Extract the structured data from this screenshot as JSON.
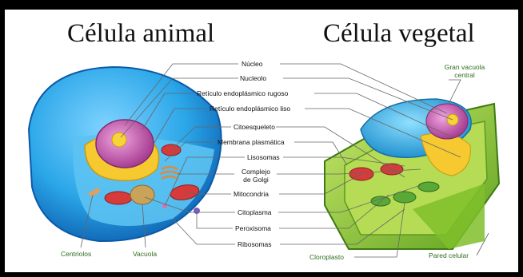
{
  "titles": {
    "animal": "Célula animal",
    "vegetal": "Célula vegetal"
  },
  "labels": {
    "nucleo": "Núcleo",
    "nucleolo": "Nucleolo",
    "reticulo_rugoso": "Retículo endoplásmico rugoso",
    "reticulo_liso": "Retículo endoplásmico liso",
    "citoesqueleto": "Citoesqueleto",
    "membrana": "Membrana plasmática",
    "lisosomas": "Lisosomas",
    "golgi_line1": "Complejo",
    "golgi_line2": "de Golgi",
    "mitocondria": "Mitocondria",
    "citoplasma": "Citoplasma",
    "peroxisoma": "Peroxisoma",
    "ribosomas": "Ribosomas",
    "centriolos": "Centriolos",
    "vacuola": "Vacuola",
    "gran_vacuola_line1": "Gran vacuola",
    "gran_vacuola_line2": "central",
    "cloroplasto": "Cloroplasto",
    "pared_celular": "Pared celular"
  },
  "colors": {
    "animal_cytoplasm": "#2aa6e8",
    "nucleus": "#cf5fb3",
    "nucleolus": "#f2c63a",
    "er": "#f5c92f",
    "mitochondria": "#d63a3a",
    "plant_wall": "#8ecb2e",
    "plant_vacuole": "#3db5e6",
    "chloroplast": "#5aa835",
    "leader_line": "#666666",
    "green_label": "#2f6d1f"
  }
}
